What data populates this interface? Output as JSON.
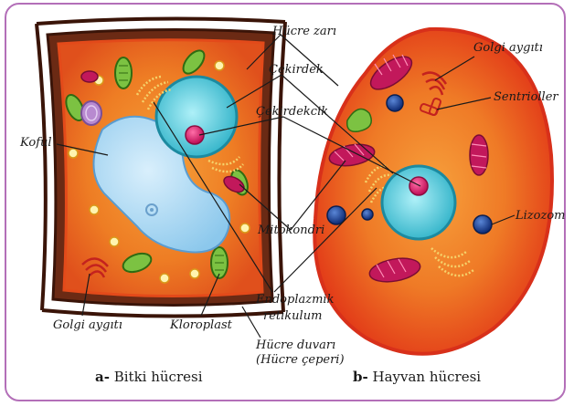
{
  "labels": {
    "hucre_zari": "Hücre zarı",
    "cekirdek": "Çekirdek",
    "cekirdekcik": "Çekirdekcik",
    "koful": "Koful",
    "mitokondri": "Mitokondri",
    "endoplazmik_1": "Endoplazmik",
    "endoplazmik_2": "retikulum",
    "golgi_bitki": "Golgi aygıtı",
    "kloroplast": "Kloroplast",
    "hucre_duvari_1": "Hücre duvarı",
    "hucre_duvari_2": "(Hücre çeperi)",
    "golgi_hayvan": "Golgi aygıtı",
    "sentrioller": "Sentrioller",
    "lizozom": "Lizozom"
  },
  "captions": {
    "plant_letter": "a-",
    "plant_text": " Bitki hücresi",
    "animal_letter": "b-",
    "animal_text": " Hayvan hücresi"
  },
  "colors": {
    "frame": "#b36fb8",
    "cell_wall": "#4a1c0e",
    "cytoplasm": "#e8431c",
    "nucleus": "#4fc3d6",
    "nucleolus": "#e0246e",
    "vacuole": "#a9d8f2",
    "chloroplast": "#7cc242",
    "mitochondria": "#c2185b",
    "golgi": "#f5d26a",
    "lysosome": "#1a3d8f"
  }
}
